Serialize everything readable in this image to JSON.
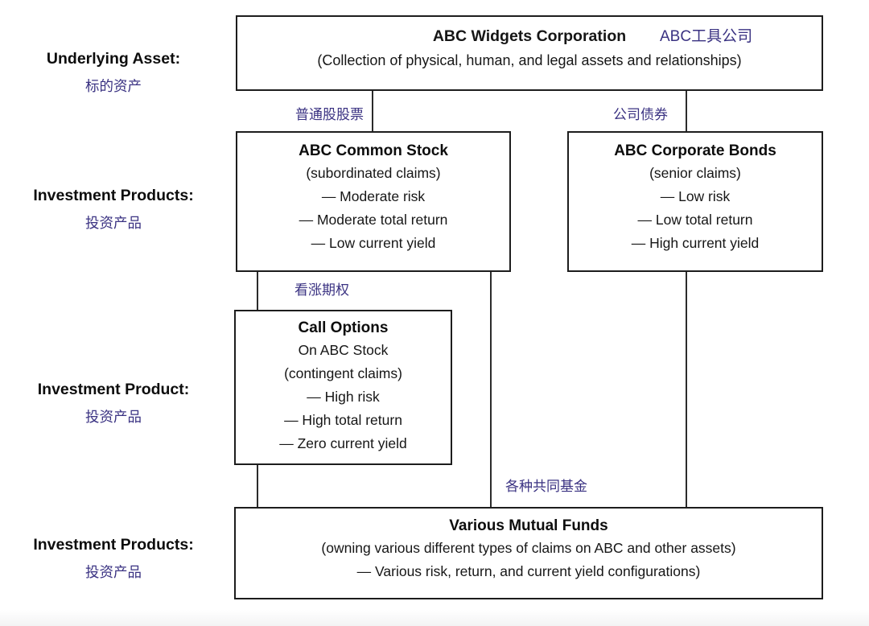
{
  "colors": {
    "accent_purple": "#3a3282",
    "text": "#161616",
    "border": "#1d1d1d",
    "background": "#ffffff"
  },
  "row_labels": [
    {
      "en": "Underlying Asset:",
      "zh": "标的资产"
    },
    {
      "en": "Investment Products:",
      "zh": "投资产品"
    },
    {
      "en": "Investment Product:",
      "zh": "投资产品"
    },
    {
      "en": "Investment Products:",
      "zh": "投资产品"
    }
  ],
  "boxes": {
    "corporation": {
      "title": "ABC Widgets Corporation",
      "title_zh": "ABC工具公司",
      "subtitle": "(Collection of physical, human, and legal assets and relationships)"
    },
    "common_stock": {
      "connector_label_zh": "普通股股票",
      "title": "ABC Common Stock",
      "lines": [
        "(subordinated claims)",
        "— Moderate risk",
        "— Moderate total return",
        "— Low current yield"
      ]
    },
    "corporate_bonds": {
      "connector_label_zh": "公司债券",
      "title": "ABC Corporate Bonds",
      "lines": [
        "(senior claims)",
        "— Low risk",
        "— Low total return",
        "— High current yield"
      ]
    },
    "call_options": {
      "connector_label_zh": "看涨期权",
      "title": "Call Options",
      "lines": [
        "On ABC Stock",
        "(contingent claims)",
        "— High risk",
        "— High total return",
        "— Zero current yield"
      ]
    },
    "mutual_funds": {
      "connector_label_zh": "各种共同基金",
      "title": "Various Mutual Funds",
      "lines": [
        "(owning various different types of claims on ABC and other assets)",
        "— Various risk, return, and current yield configurations)"
      ]
    }
  }
}
